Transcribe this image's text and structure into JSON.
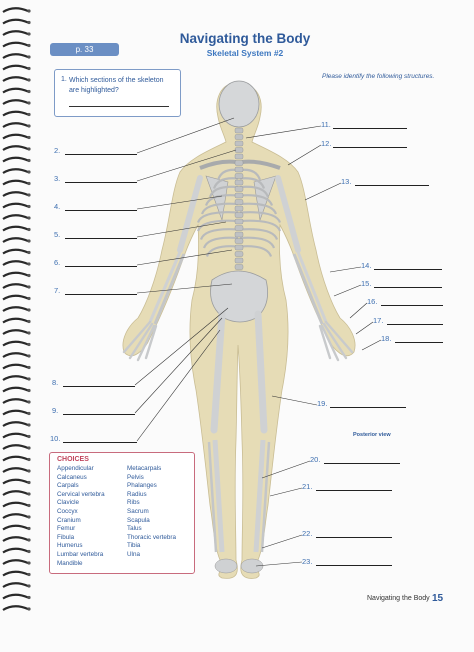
{
  "page_tag": "p. 33",
  "title": "Navigating the Body",
  "subtitle": "Skeletal System #2",
  "question": {
    "number": "1.",
    "text": "Which sections of the skeleton are highlighted?"
  },
  "instruction": "Please identify the following structures.",
  "labels_left": [
    "2.",
    "3.",
    "4.",
    "5.",
    "6.",
    "7.",
    "8.",
    "9.",
    "10."
  ],
  "labels_right": [
    "11.",
    "12.",
    "13.",
    "14.",
    "15.",
    "16.",
    "17.",
    "18.",
    "19.",
    "20.",
    "21.",
    "22.",
    "23."
  ],
  "figure_caption": "Posterior view",
  "choices": {
    "heading": "CHOICES",
    "col1": [
      "Appendicular",
      "Calcaneus",
      "Carpals",
      "Cervical vertebra",
      "Clavicle",
      "Coccyx",
      "Cranium",
      "Femur",
      "Fibula",
      "Humerus",
      "Lumbar vertebra",
      "Mandible"
    ],
    "col2": [
      "Metacarpals",
      "Pelvis",
      "Phalanges",
      "Radius",
      "Ribs",
      "Sacrum",
      "Scapula",
      "Talus",
      "Thoracic vertebra",
      "Tibia",
      "Ulna"
    ]
  },
  "footer": {
    "text": "Navigating the Body",
    "page": "15"
  },
  "colors": {
    "accent": "#3e6fb0",
    "title": "#2f5a9a",
    "choices_border": "#c86b7d",
    "skin": "#e6dcb6",
    "bone": "#d2d4d6"
  }
}
